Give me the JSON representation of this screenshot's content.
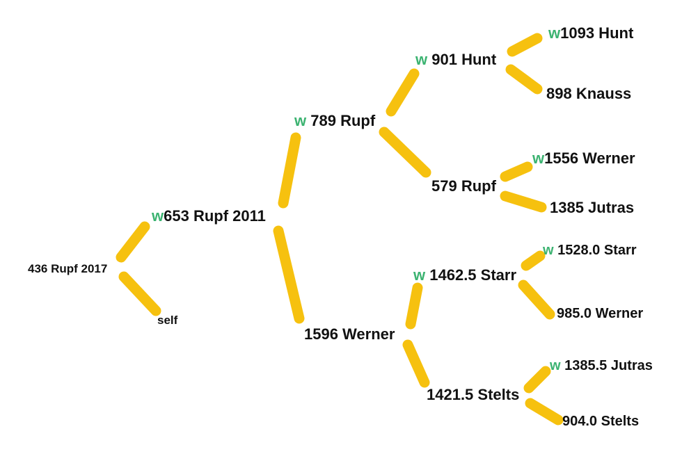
{
  "diagram": {
    "connector_color": "#f6c10f",
    "winner_color": "#3cb371",
    "nodes": {
      "n436": {
        "label": "436 Rupf 2017",
        "w": ""
      },
      "self": {
        "label": "self",
        "w": ""
      },
      "n653": {
        "label": "653 Rupf 2011",
        "w": "w"
      },
      "n789": {
        "label": "789 Rupf",
        "w": "w"
      },
      "n1596": {
        "label": "1596 Werner",
        "w": ""
      },
      "n901": {
        "label": "901 Hunt",
        "w": "w"
      },
      "n579": {
        "label": "579 Rupf",
        "w": ""
      },
      "n1093": {
        "label": "1093 Hunt",
        "w": "w"
      },
      "n898": {
        "label": "898 Knauss",
        "w": ""
      },
      "n1556": {
        "label": "1556 Werner",
        "w": "w"
      },
      "n1385": {
        "label": "1385 Jutras",
        "w": ""
      },
      "n1462": {
        "label": "1462.5 Starr",
        "w": "w"
      },
      "n1421": {
        "label": "1421.5 Stelts",
        "w": ""
      },
      "n1528": {
        "label": "1528.0 Starr",
        "w": "w"
      },
      "n985": {
        "label": "985.0 Werner",
        "w": ""
      },
      "n13855": {
        "label": "1385.5 Jutras",
        "w": "w"
      },
      "n904": {
        "label": "904.0 Stelts",
        "w": ""
      }
    }
  }
}
